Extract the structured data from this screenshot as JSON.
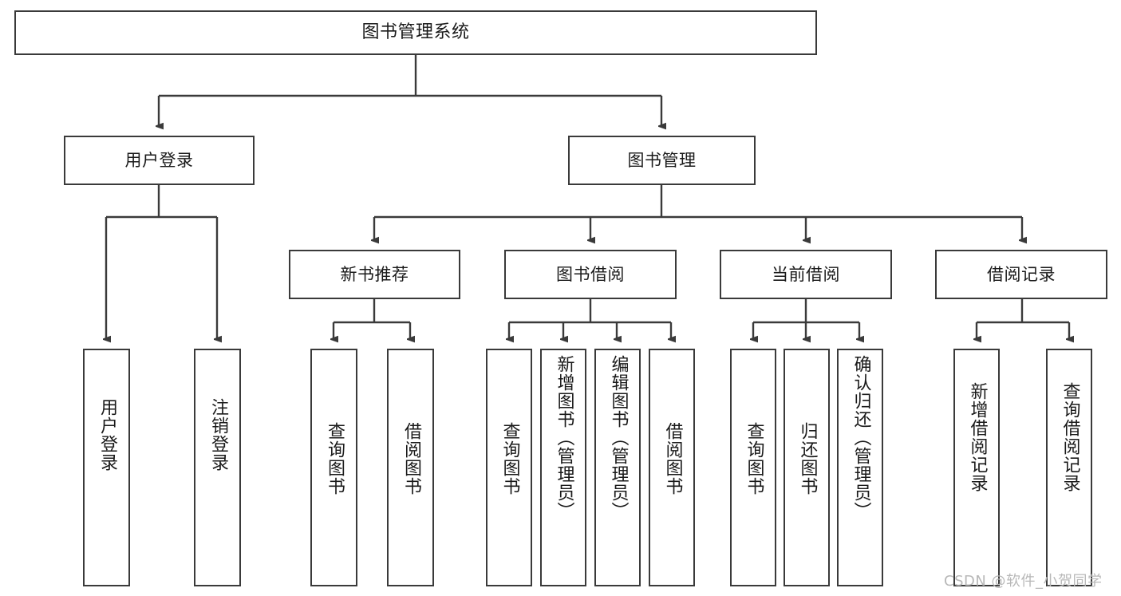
{
  "diagram": {
    "title": "图书管理系统",
    "type": "tree",
    "orientation": "top-down",
    "line_color": "#3a3a3a",
    "box_fill": "#ffffff",
    "text_color": "#1a1a1a",
    "levels": [
      {
        "level": 1,
        "nodes": [
          {
            "id": "root",
            "label": "图书管理系统"
          }
        ]
      },
      {
        "level": 2,
        "nodes": [
          {
            "id": "login",
            "label": "用户登录"
          },
          {
            "id": "bookmgmt",
            "label": "图书管理"
          }
        ]
      },
      {
        "level": 3,
        "nodes": [
          {
            "id": "newbook",
            "label": "新书推荐"
          },
          {
            "id": "borrow",
            "label": "图书借阅"
          },
          {
            "id": "current",
            "label": "当前借阅"
          },
          {
            "id": "records",
            "label": "借阅记录"
          }
        ]
      },
      {
        "level": 4,
        "nodes": [
          {
            "id": "leaf1",
            "label": "用户登录",
            "parent": "login"
          },
          {
            "id": "leaf2",
            "label": "注销登录",
            "parent": "login"
          },
          {
            "id": "leaf3",
            "label": "查询图书",
            "parent": "newbook"
          },
          {
            "id": "leaf4",
            "label": "借阅图书",
            "parent": "newbook"
          },
          {
            "id": "leaf5",
            "label": "查询图书",
            "parent": "borrow"
          },
          {
            "id": "leaf6",
            "label": "新增图书（管理员）",
            "parent": "borrow"
          },
          {
            "id": "leaf7",
            "label": "编辑图书（管理员）",
            "parent": "borrow"
          },
          {
            "id": "leaf8",
            "label": "借阅图书",
            "parent": "borrow"
          },
          {
            "id": "leaf9",
            "label": "查询图书",
            "parent": "current"
          },
          {
            "id": "leaf10",
            "label": "归还图书",
            "parent": "current"
          },
          {
            "id": "leaf11",
            "label": "确认归还（管理员）",
            "parent": "current"
          },
          {
            "id": "leaf12",
            "label": "新增借阅记录",
            "parent": "records"
          },
          {
            "id": "leaf13",
            "label": "查询借阅记录",
            "parent": "records"
          }
        ]
      }
    ]
  },
  "watermark": {
    "text": "CSDN @软件_小贺同学"
  }
}
